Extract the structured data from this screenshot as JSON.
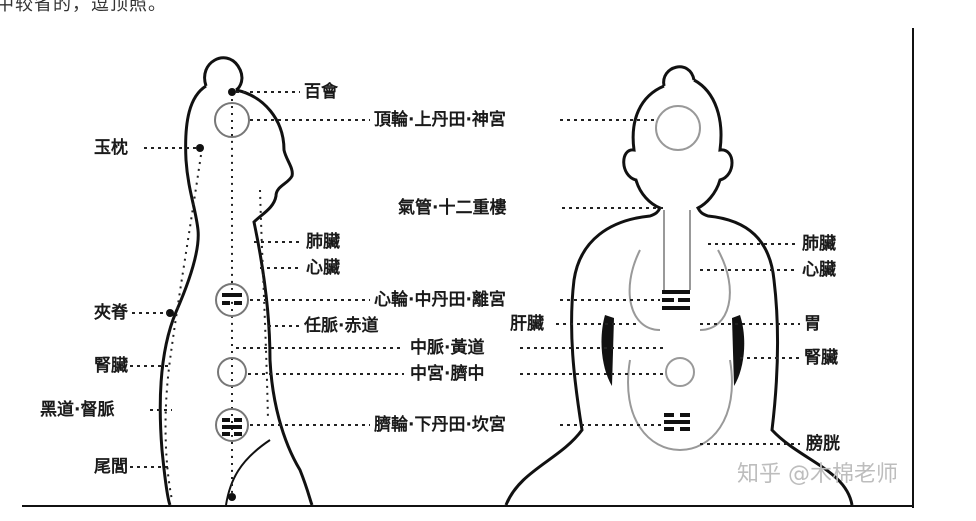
{
  "header_text": "中较省的，逗顶照。",
  "labels": {
    "baihui": "百會",
    "yuzhen": "玉枕",
    "dingzhong": "頂輪·上丹田·神宮",
    "qiguan": "氣管·十二重樓",
    "feizang_left": "肺臟",
    "xinzang_left": "心臟",
    "feizang_right": "肺臟",
    "xinzang_right": "心臟",
    "jiaji": "夾脊",
    "xinlun": "心輪·中丹田·離宮",
    "ganzang": "肝臟",
    "wei": "胃",
    "renmai": "任脈·赤道",
    "zhongmai": "中脈·黃道",
    "shenzang_left": "腎臟",
    "shenzang_right": "腎臟",
    "zhonggong": "中宮·臍中",
    "heidao": "黑道·督脈",
    "qilun": "臍輪·下丹田·坎宮",
    "weilu": "尾閭",
    "pangguang": "膀胱"
  },
  "watermark": "知乎 @木棉老师"
}
